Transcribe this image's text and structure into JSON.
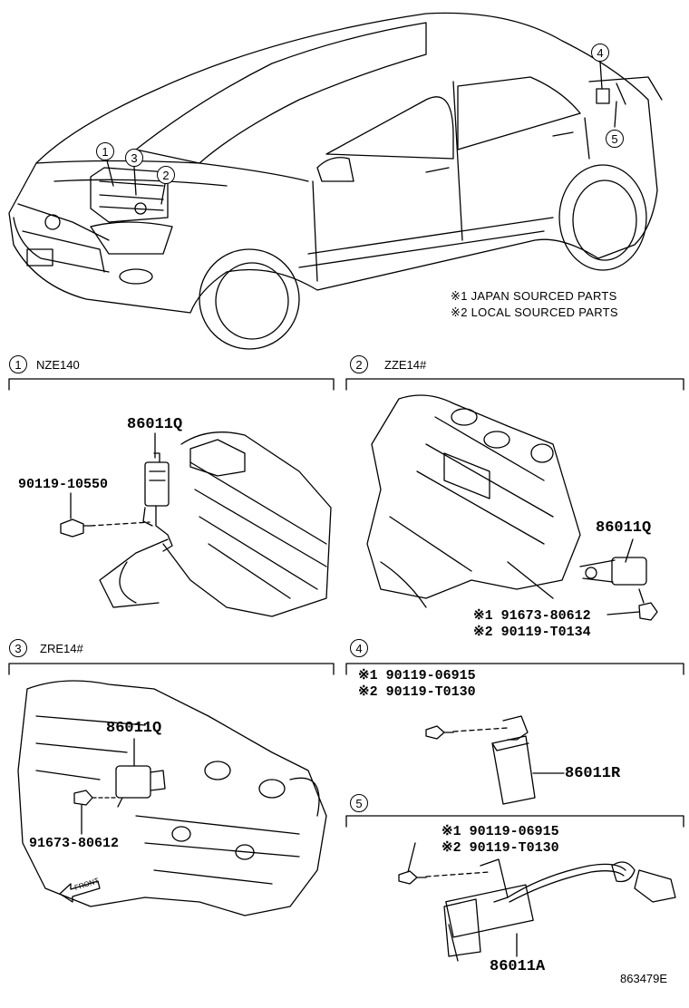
{
  "notes": {
    "mark": "※",
    "n1": "※1 JAPAN SOURCED PARTS",
    "n2": "※2 LOCAL SOURCED PARTS"
  },
  "callouts": {
    "c1": "1",
    "c2": "2",
    "c3": "3",
    "c4": "4",
    "c5": "5"
  },
  "sections": {
    "s1": {
      "num": "1",
      "title": "NZE140"
    },
    "s2": {
      "num": "2",
      "title": "ZZE14#"
    },
    "s3": {
      "num": "3",
      "title": "ZRE14#"
    },
    "s4": {
      "num": "4",
      "title": ""
    },
    "s5": {
      "num": "5",
      "title": ""
    }
  },
  "parts": {
    "p1_sensor": "86011Q",
    "p1_bolt": "90119-10550",
    "p2_sensor": "86011Q",
    "p2_bolt1": "※1 91673-80612",
    "p2_bolt2": "※2 90119-T0134",
    "p3_sensor": "86011Q",
    "p3_bolt": "91673-80612",
    "p4_bolt1": "※1 90119-06915",
    "p4_bolt2": "※2 90119-T0130",
    "p4_module": "86011R",
    "p5_bolt1": "※1 90119-06915",
    "p5_bolt2": "※2 90119-T0130",
    "p5_module": "86011A"
  },
  "front_label": "FRONT",
  "diagram_code": "863479E"
}
